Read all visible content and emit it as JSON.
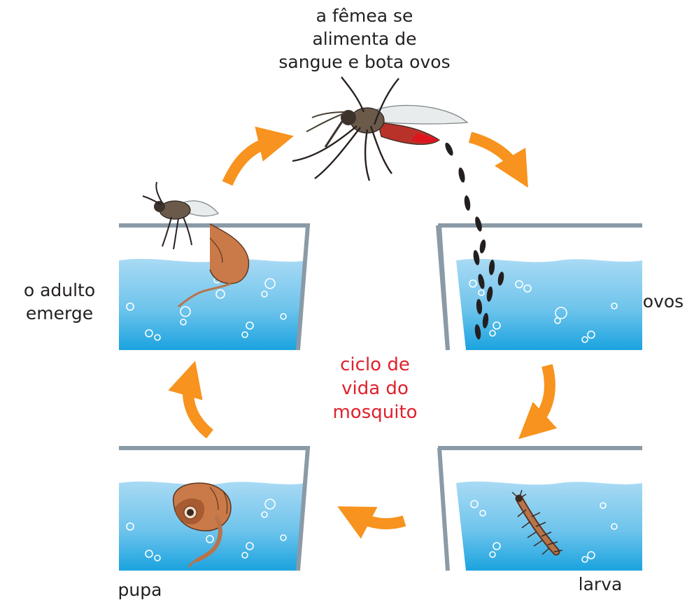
{
  "labels": {
    "top": [
      "a fêmea se",
      "alimenta de",
      "sangue e bota ovos"
    ],
    "adult": [
      "o adulto",
      "emerge"
    ],
    "eggs": "ovos",
    "pupa": "pupa",
    "larva": "larva",
    "center": [
      "ciclo de",
      "vida do",
      "mosquito"
    ]
  },
  "colors": {
    "water_top": "#9ed3f2",
    "water_bottom": "#1aa3df",
    "container": "#8a9aa6",
    "arrow": "#f7931e",
    "center_text": "#e0212d",
    "text": "#231f20"
  },
  "icons": {
    "adult_mosquito": "mosquito-biting-icon",
    "eggs": "egg-icon",
    "larva": "larva-icon",
    "pupa": "pupa-icon",
    "emerging": "emerging-mosquito-icon"
  }
}
